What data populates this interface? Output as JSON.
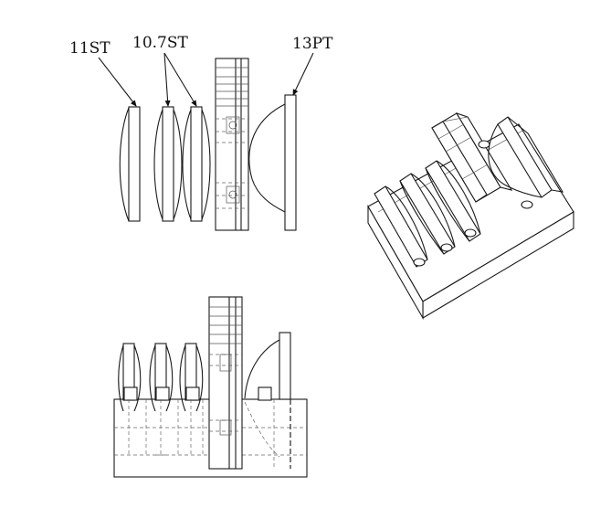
{
  "labels": {
    "lens_a": "11ST",
    "lens_b": "10.7ST",
    "lens_c": "13PT"
  }
}
